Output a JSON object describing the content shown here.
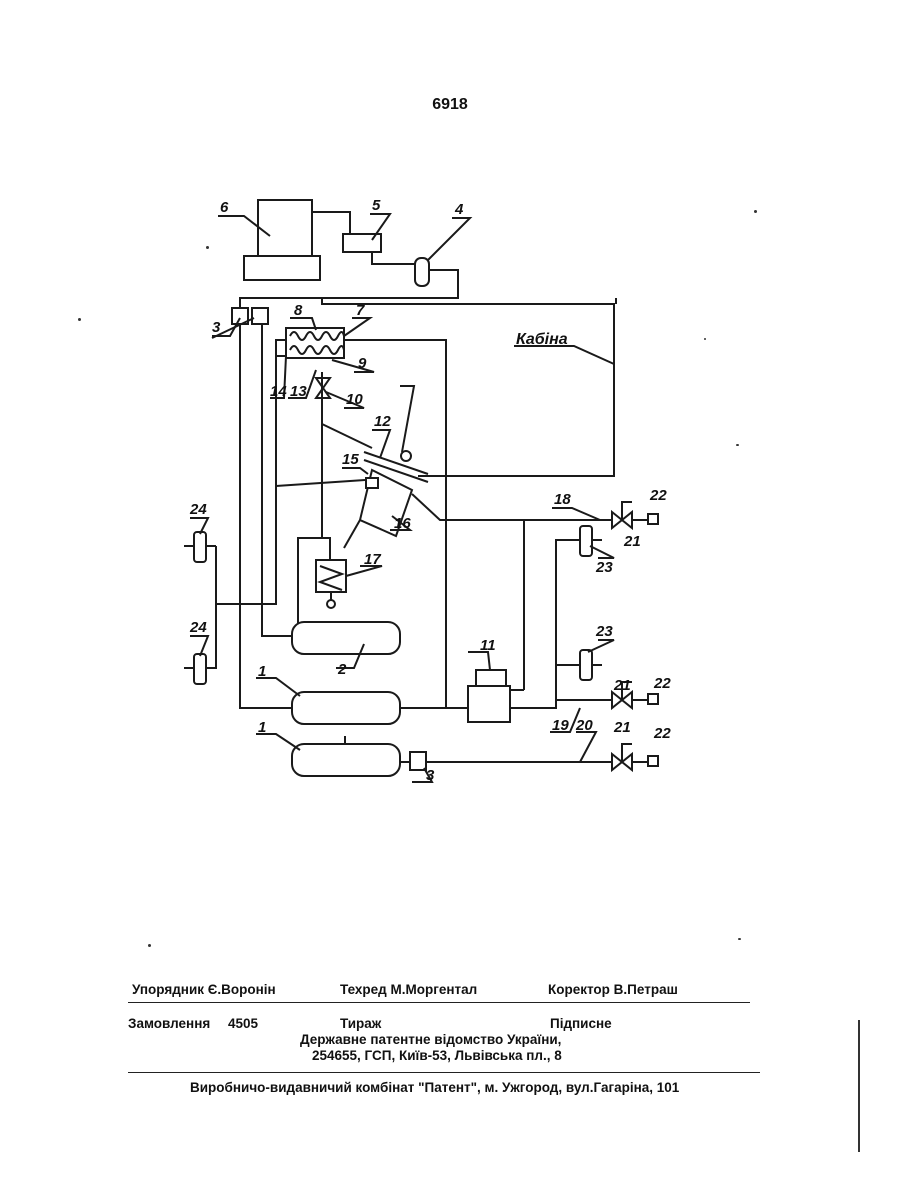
{
  "page": {
    "number": "6918"
  },
  "diagram": {
    "cabin_label": "Кабіна",
    "part_labels": {
      "compressor": "6",
      "filter": "5",
      "unloader": "4",
      "valve_pair": "3",
      "valve_3_bottom": "3",
      "block_8": "8",
      "block_7": "7",
      "cover_9": "9",
      "tap_10": "10",
      "lever_12": "12",
      "rod_13": "13",
      "part_14": "14",
      "linkage_15": "15",
      "brake_valve_16": "16",
      "chamber_17": "17",
      "line_18": "18",
      "line_19": "19",
      "line_20": "20",
      "receiver_2": "2",
      "receiver_1_upper": "1",
      "receiver_1_lower": "1",
      "relay_11": "11",
      "chamber_24_upper": "24",
      "chamber_24_lower": "24",
      "chamber_23_upper": "23",
      "chamber_23_lower": "23",
      "valve_21_top": "21",
      "valve_21_mid": "21",
      "valve_21_bottom": "21",
      "head_22_top": "22",
      "head_22_mid": "22",
      "head_22_bottom": "22"
    }
  },
  "imprint": {
    "compiler": "Упорядник  Є.Воронін",
    "techred": "Техред М.Моргентал",
    "corrector": "Коректор В.Петраш",
    "order": "Замовлення",
    "order_no": "4505",
    "circulation": "Тираж",
    "subscription": "Підписне",
    "office_line1": "Державне патентне відомство України,",
    "office_line2": "254655, ГСП, Київ-53, Львівська пл., 8",
    "publisher": "Виробничо-видавничий комбінат  \"Патент\", м. Ужгород, вул.Гагаріна, 101"
  }
}
